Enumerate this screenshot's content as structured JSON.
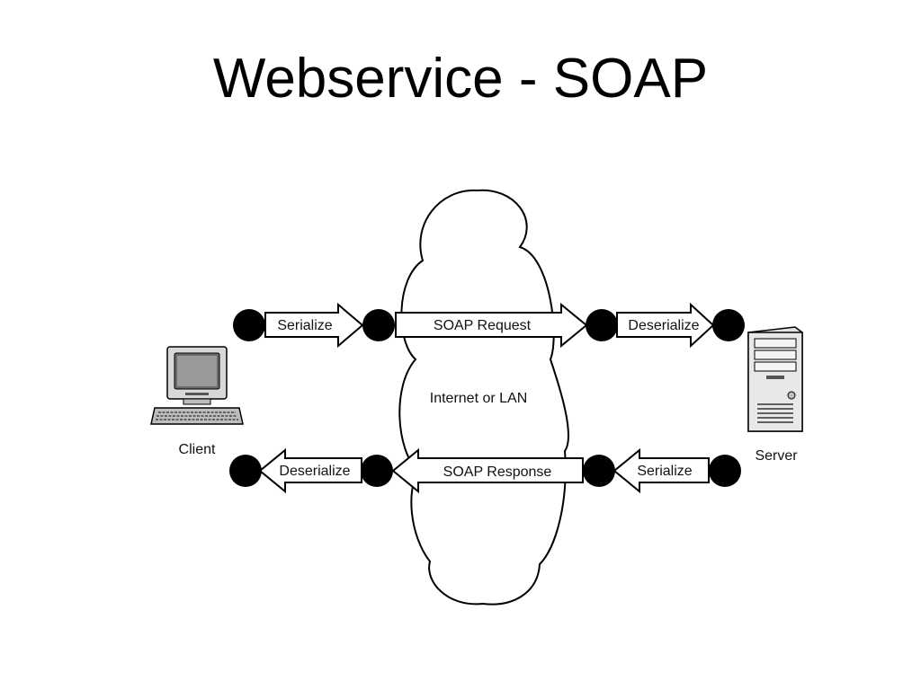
{
  "slide": {
    "title": "Webservice - SOAP"
  },
  "diagram": {
    "network_label": "Internet or LAN",
    "client_label": "Client",
    "server_label": "Server",
    "request_path": {
      "client_step": "Serialize",
      "transport": "SOAP Request",
      "server_step": "Deserialize"
    },
    "response_path": {
      "server_step": "Serialize",
      "transport": "SOAP Response",
      "client_step": "Deserialize"
    },
    "icons": {
      "client": "desktop-computer-icon",
      "server": "tower-server-icon",
      "network": "cloud-icon"
    }
  }
}
